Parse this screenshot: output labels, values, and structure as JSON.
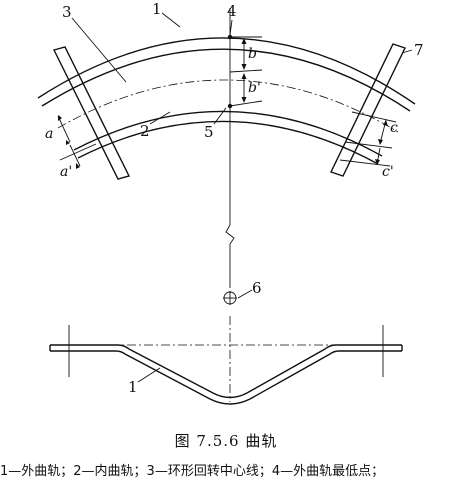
{
  "figure": {
    "labels": {
      "n1": "1",
      "n2": "2",
      "n3": "3",
      "n4": "4",
      "n5": "5",
      "n6": "6",
      "n7": "7",
      "a": "a",
      "a2": "a'",
      "b": "b",
      "b2": "b'",
      "c": "c",
      "c2": "c'",
      "n1_bottom": "1"
    },
    "caption": "图 7.5.6   曲轨",
    "legend": "1—外曲轨；2—内曲轨；3—环形回转中心线；4—外曲轨最低点；"
  }
}
